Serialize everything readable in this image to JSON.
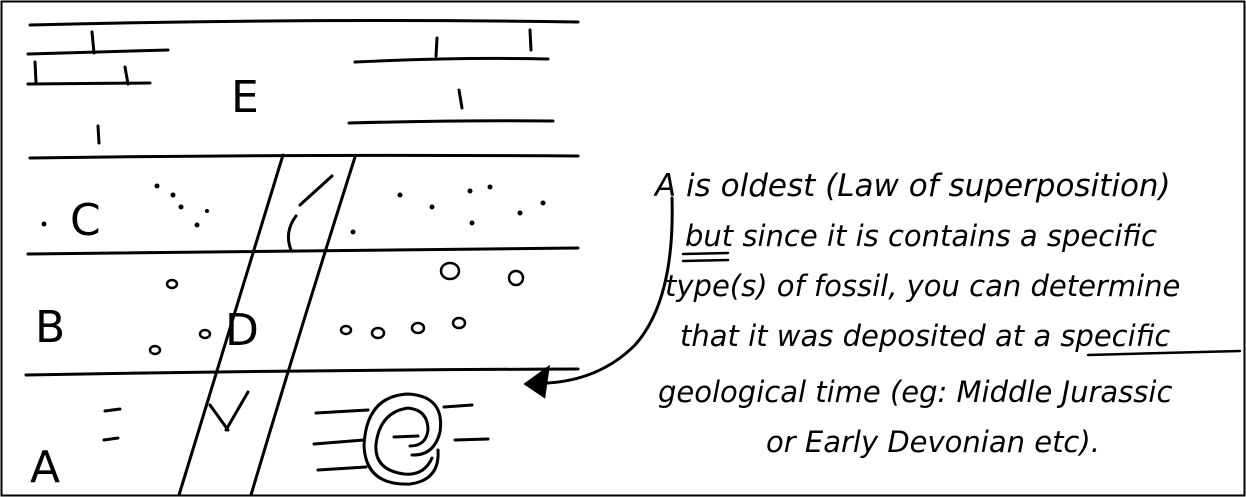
{
  "strata": {
    "E": "E",
    "C": "C",
    "B": "B",
    "D": "D",
    "A": "A"
  },
  "annotation": {
    "lines": [
      "A is oldest (Law of superposition)",
      "but since it is contains a specific",
      "type(s) of fossil, you can determine",
      "that it was deposited at a specific",
      "geological time (eg: Middle Jurassic",
      "or Early Devonian etc)."
    ]
  },
  "colors": {
    "ink": "#000000",
    "paper": "#ffffff"
  }
}
